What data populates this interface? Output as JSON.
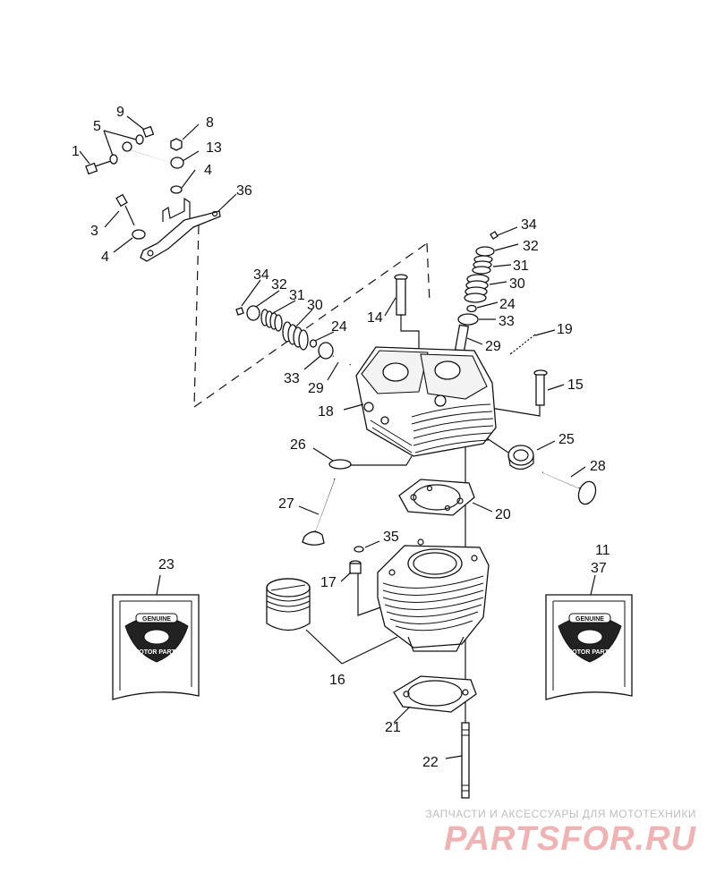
{
  "callouts": {
    "n1": "1",
    "n3": "3",
    "n4a": "4",
    "n4b": "4",
    "n5": "5",
    "n8": "8",
    "n9": "9",
    "n11": "11",
    "n13": "13",
    "n14": "14",
    "n15": "15",
    "n16": "16",
    "n17": "17",
    "n18": "18",
    "n19": "19",
    "n20": "20",
    "n21": "21",
    "n22": "22",
    "n23": "23",
    "n24a": "24",
    "n24b": "24",
    "n25": "25",
    "n26": "26",
    "n27": "27",
    "n28": "28",
    "n29a": "29",
    "n29b": "29",
    "n30a": "30",
    "n30b": "30",
    "n31a": "31",
    "n31b": "31",
    "n32a": "32",
    "n32b": "32",
    "n33a": "33",
    "n33b": "33",
    "n34a": "34",
    "n34b": "34",
    "n35": "35",
    "n36": "36",
    "n37": "37"
  },
  "kit_logo": {
    "top_word": "GENUINE",
    "bottom_word": "MOTOR PARTS"
  },
  "watermark": {
    "tagline": "ЗАПЧАСТИ И АКСЕССУАРЫ ДЛЯ МОТОТЕХНИКИ",
    "brand": "PARTSFOR.RU"
  },
  "colors": {
    "line": "#111111",
    "watermark_brand": "#f0b3b3",
    "watermark_tagline": "#bdbdbd"
  }
}
